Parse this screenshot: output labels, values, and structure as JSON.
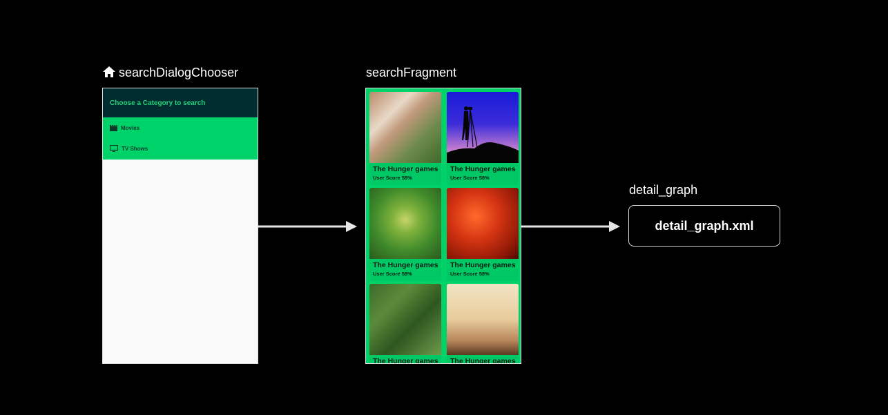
{
  "nodes": {
    "chooser": {
      "label": "searchDialogChooser",
      "header": "Choose a Category to search",
      "items": [
        {
          "label": "Movies",
          "icon": "movie-clapper-icon"
        },
        {
          "label": "TV Shows",
          "icon": "tv-icon"
        }
      ]
    },
    "fragment": {
      "label": "searchFragment",
      "cards": [
        {
          "title": "The Hunger games",
          "score": "User Score 58%"
        },
        {
          "title": "The Hunger games",
          "score": "User Score 58%"
        },
        {
          "title": "The Hunger games",
          "score": "User Score 58%"
        },
        {
          "title": "The Hunger games",
          "score": "User Score 58%"
        },
        {
          "title": "The Hunger games",
          "score": ""
        },
        {
          "title": "The Hunger games",
          "score": ""
        }
      ]
    },
    "detail": {
      "label": "detail_graph",
      "box_text": "detail_graph.xml"
    }
  },
  "colors": {
    "background": "#000000",
    "accent_green": "#00d26a",
    "header_dark": "#022d30",
    "arrow": "#e6e6e6"
  }
}
